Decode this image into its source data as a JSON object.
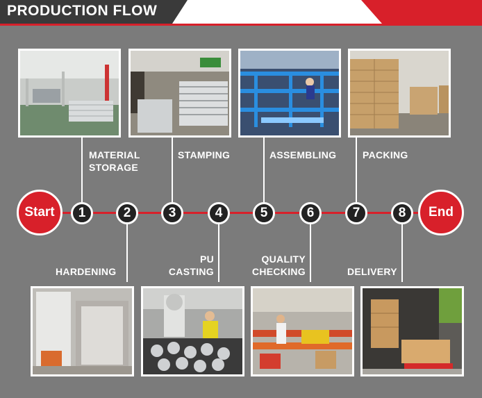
{
  "header": {
    "title": "PRODUCTION FLOW"
  },
  "timeline": {
    "start_label": "Start",
    "end_label": "End",
    "steps": [
      {
        "number": "1",
        "label": "MATERIAL\nSTORAGE"
      },
      {
        "number": "2",
        "label": "HARDENING"
      },
      {
        "number": "3",
        "label": "STAMPING"
      },
      {
        "number": "4",
        "label": "PU\nCASTING"
      },
      {
        "number": "5",
        "label": "ASSEMBLING"
      },
      {
        "number": "6",
        "label": "QUALITY\nCHECKING"
      },
      {
        "number": "7",
        "label": "PACKING"
      },
      {
        "number": "8",
        "label": "DELIVERY"
      }
    ]
  },
  "colors": {
    "accent": "#d8202a",
    "background": "#7b7b7b",
    "node": "#222222"
  }
}
